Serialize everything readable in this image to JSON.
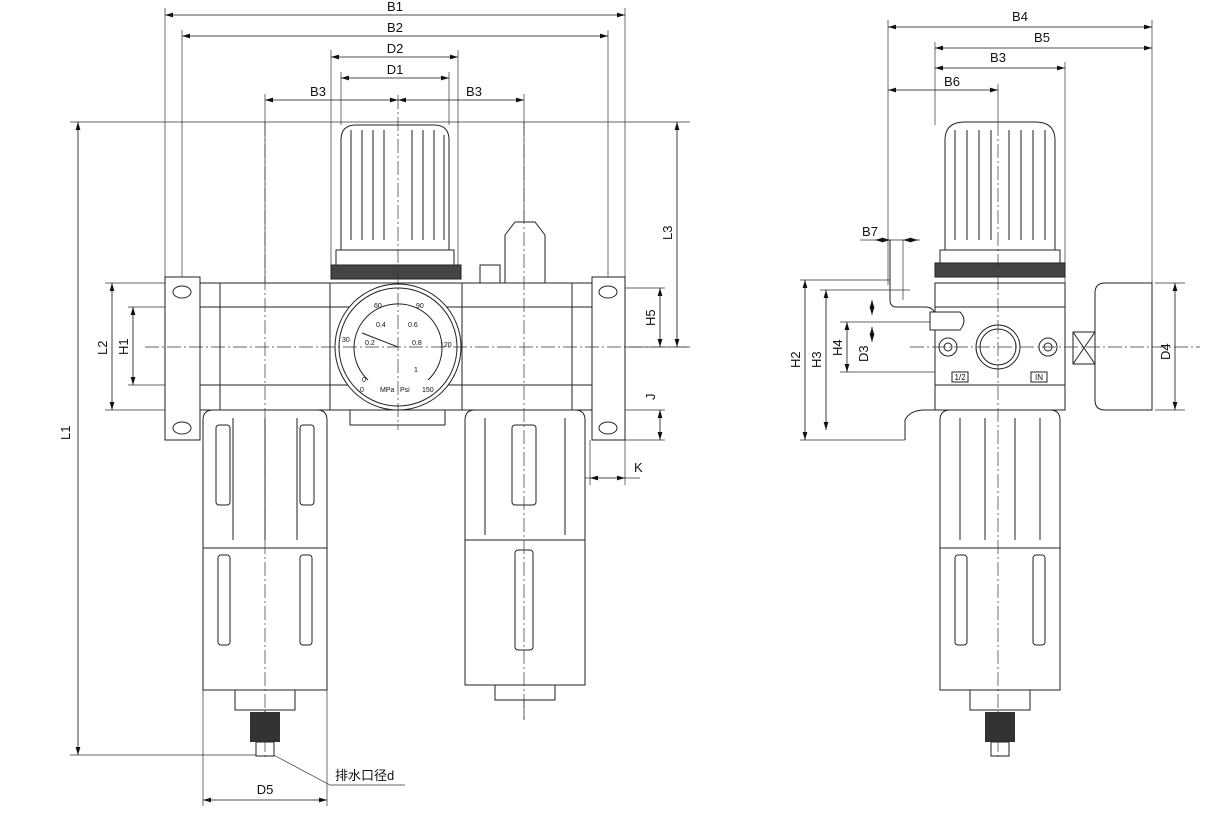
{
  "left_view": {
    "dimensions": {
      "B1": "B1",
      "B2": "B2",
      "D2": "D2",
      "D1": "D1",
      "B3_left": "B3",
      "B3_right": "B3",
      "L1": "L1",
      "L2": "L2",
      "H1": "H1",
      "L3": "L3",
      "H5": "H5",
      "J": "J",
      "K": "K",
      "D5": "D5"
    },
    "drain_label": "排水口径d",
    "gauge": {
      "mpa_ticks": [
        "0",
        "0.2",
        "0.4",
        "0.6",
        "0.8",
        "1"
      ],
      "psi_ticks": [
        "0",
        "30",
        "60",
        "90",
        "120",
        "150"
      ],
      "unit_mpa": "MPa",
      "unit_psi": "Psi"
    }
  },
  "right_view": {
    "dimensions": {
      "B4": "B4",
      "B5": "B5",
      "B3": "B3",
      "B6": "B6",
      "B7": "B7",
      "H2": "H2",
      "H3": "H3",
      "H4": "H4",
      "D3": "D3",
      "D4": "D4"
    },
    "port_labels": {
      "outlet": "1/2",
      "inlet": "IN"
    }
  }
}
